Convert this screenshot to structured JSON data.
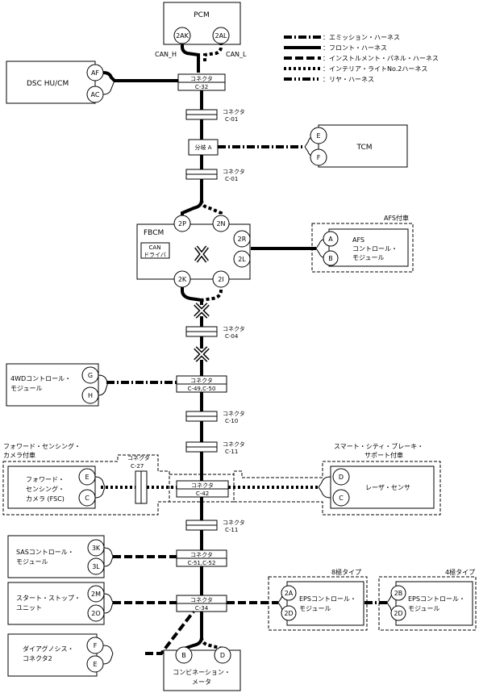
{
  "legend": {
    "engine_harness": "：エミッション・ハーネス",
    "front_harness": "：フロント・ハーネス",
    "instrument_panel_harness": "：インストルメント・パネル・ハーネス",
    "interior_light_no2_harness": "：インテリア・ライトNo.2ハーネス",
    "rear_harness": "：リヤ・ハーネス"
  },
  "pcm": {
    "label": "PCM",
    "pin_2ak": "2AK",
    "pin_2al": "2AL",
    "can_h": "CAN_H",
    "can_l": "CAN_L"
  },
  "dsc": {
    "label": "DSC HU/CM",
    "pin_af": "AF",
    "pin_ac": "AC"
  },
  "c32": {
    "l1": "コネクタ",
    "l2": "C-32"
  },
  "c01a": {
    "l1": "コネクタ",
    "l2": "C-01"
  },
  "branch_a": {
    "label": "分岐 A"
  },
  "tcm": {
    "label": "TCM",
    "pin_e": "E",
    "pin_f": "F"
  },
  "c01b": {
    "l1": "コネクタ",
    "l2": "C-01"
  },
  "fbcm": {
    "label": "FBCM",
    "pin_2p": "2P",
    "pin_2n": "2N",
    "pin_2r": "2R",
    "pin_2l": "2L",
    "pin_2k": "2K",
    "pin_2i": "2I",
    "can_driver_1": "CAN",
    "can_driver_2": "ドライバ"
  },
  "afs": {
    "tag": "AFS付車",
    "l1": "AFS",
    "l2": "コントロール・",
    "l3": "モジュール",
    "pin_a": "A",
    "pin_b": "B"
  },
  "c04": {
    "l1": "コネクタ",
    "l2": "C-04"
  },
  "awd": {
    "l1": "4WDコントロール・",
    "l2": "モジュール",
    "pin_g": "G",
    "pin_h": "H"
  },
  "c49": {
    "l1": "コネクタ",
    "l2": "C-49,C-50"
  },
  "c10": {
    "l1": "コネクタ",
    "l2": "C-10"
  },
  "c11a": {
    "l1": "コネクタ",
    "l2": "C-11"
  },
  "fsc_tag": {
    "l1": "フォワード・センシング・",
    "l2": "カメラ付車"
  },
  "scbs_tag": {
    "l1": "スマート・シティ・ブレーキ・",
    "l2": "サポート付車"
  },
  "fsc": {
    "l1": "フォワード・",
    "l2": "センシング・",
    "l3": "カメラ (FSC)",
    "pin_e": "E",
    "pin_c": "C"
  },
  "c27": {
    "l1": "コネクタ",
    "l2": "C-27"
  },
  "c42": {
    "l1": "コネクタ",
    "l2": "C-42"
  },
  "laser": {
    "label": "レーザ・センサ",
    "pin_d": "D",
    "pin_c": "C"
  },
  "c11b": {
    "l1": "コネクタ",
    "l2": "C-11"
  },
  "sas": {
    "l1": "SASコントロール・",
    "l2": "モジュール",
    "pin_3k": "3K",
    "pin_3l": "3L"
  },
  "c51": {
    "l1": "コネクタ",
    "l2": "C-51,C-52"
  },
  "startstop": {
    "l1": "スタート・ストップ・",
    "l2": "ユニット",
    "pin_2m": "2M",
    "pin_2o": "2O"
  },
  "c34": {
    "l1": "コネクタ",
    "l2": "C-34"
  },
  "eps8": {
    "tag": "8極タイプ",
    "l1": "EPSコントロール・",
    "l2": "モジュール",
    "pin_2a": "2A",
    "pin_2d": "2D"
  },
  "eps4": {
    "tag": "4極タイプ",
    "l1": "EPSコントロール・",
    "l2": "モジュール",
    "pin_2b": "2B",
    "pin_2d": "2D"
  },
  "diag": {
    "l1": "ダイアグノシス・",
    "l2": "コネクタ2",
    "pin_f": "F",
    "pin_e": "E"
  },
  "combi": {
    "l1": "コンビネーション・",
    "l2": "メータ",
    "pin_b": "B",
    "pin_d": "D"
  }
}
